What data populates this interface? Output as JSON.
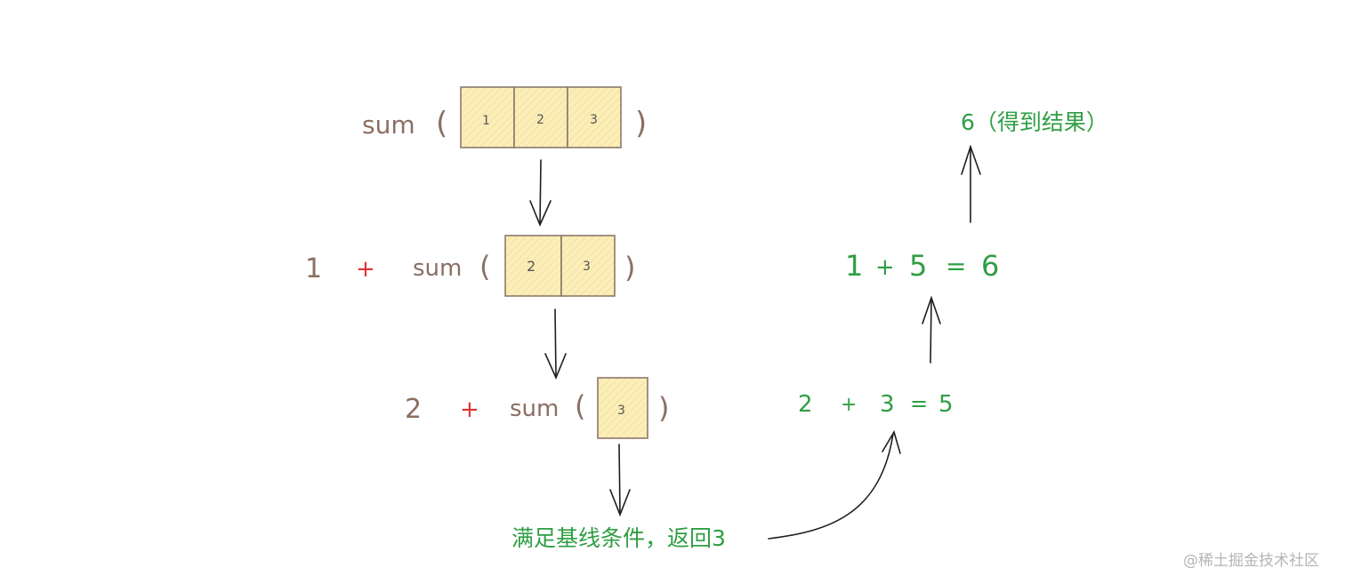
{
  "colors": {
    "brown": "#8b6f62",
    "red": "#e03131",
    "green": "#2f9e44",
    "ink": "#1e1e1e",
    "cell_fill": "#fbeeb8",
    "cell_stroke": "#8a7a6a",
    "watermark": "#b5b5b5"
  },
  "row1": {
    "fn": "sum",
    "open": "(",
    "close": ")",
    "cells": [
      "1",
      "2",
      "3"
    ]
  },
  "row2": {
    "num": "1",
    "plus": "+",
    "fn": "sum",
    "open": "(",
    "close": ")",
    "cells": [
      "2",
      "3"
    ]
  },
  "row3": {
    "num": "2",
    "plus": "+",
    "fn": "sum",
    "open": "(",
    "close": ")",
    "cells": [
      "3"
    ]
  },
  "base_case": "满足基线条件，返回3",
  "eq_bottom": {
    "a": "2",
    "plus": "+",
    "b": "3",
    "eq": "=",
    "r": "5"
  },
  "eq_middle": {
    "a": "1",
    "plus": "+",
    "b": "5",
    "eq": "=",
    "r": "6"
  },
  "result": "6（得到结果）",
  "watermark": "@稀土掘金技术社区"
}
